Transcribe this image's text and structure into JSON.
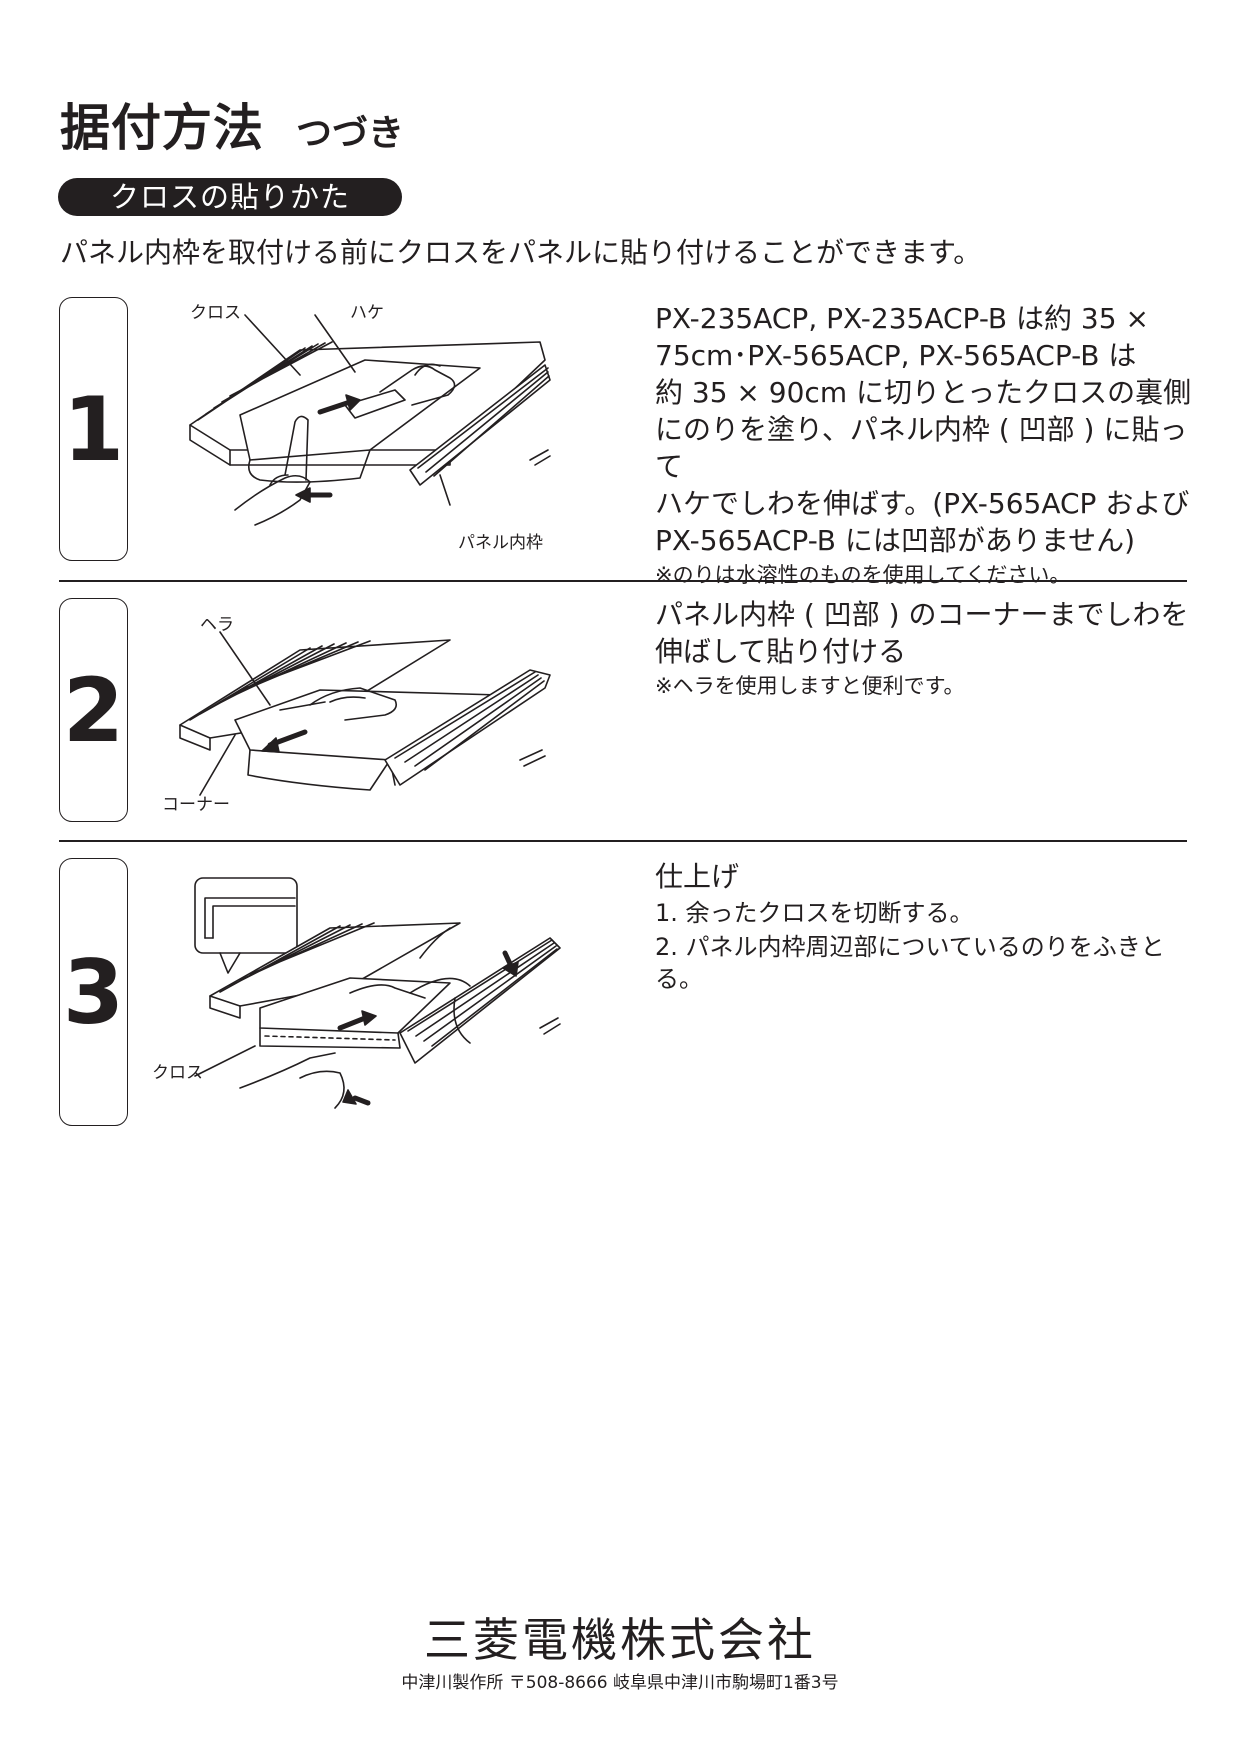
{
  "header": {
    "title": "据付方法",
    "subtitle": "つづき"
  },
  "section": {
    "pill": "クロスの貼りかた",
    "intro": "パネル内枠を取付ける前にクロスをパネルに貼り付けることができます。"
  },
  "steps": [
    {
      "number": "1",
      "labels": {
        "cloth": "クロス",
        "brush": "ハケ",
        "frame": "パネル内枠"
      },
      "lines": [
        "PX-235ACP, PX-235ACP-B は約 35 ×",
        "75cm･PX-565ACP, PX-565ACP-B は",
        "約 35 × 90cm に切りとったクロスの裏側",
        "にのりを塗り、パネル内枠 ( 凹部 ) に貼って",
        "ハケでしわを伸ばす。(PX-565ACP および",
        "PX-565ACP-B には凹部がありません)"
      ],
      "note": "※のりは水溶性のものを使用してください。"
    },
    {
      "number": "2",
      "labels": {
        "spatula": "ヘラ",
        "corner": "コーナー"
      },
      "lines": [
        "パネル内枠 ( 凹部 ) のコーナーまでしわを",
        "伸ばして貼り付ける"
      ],
      "note": "※ヘラを使用しますと便利です。"
    },
    {
      "number": "3",
      "labels": {
        "cloth": "クロス"
      },
      "heading": "仕上げ",
      "items": [
        "1. 余ったクロスを切断する。",
        "2. パネル内枠周辺部についているのりをふきとる。"
      ]
    }
  ],
  "footer": {
    "company": "三菱電機株式会社",
    "address": "中津川製作所 〒508-8666 岐阜県中津川市駒場町1番3号"
  }
}
